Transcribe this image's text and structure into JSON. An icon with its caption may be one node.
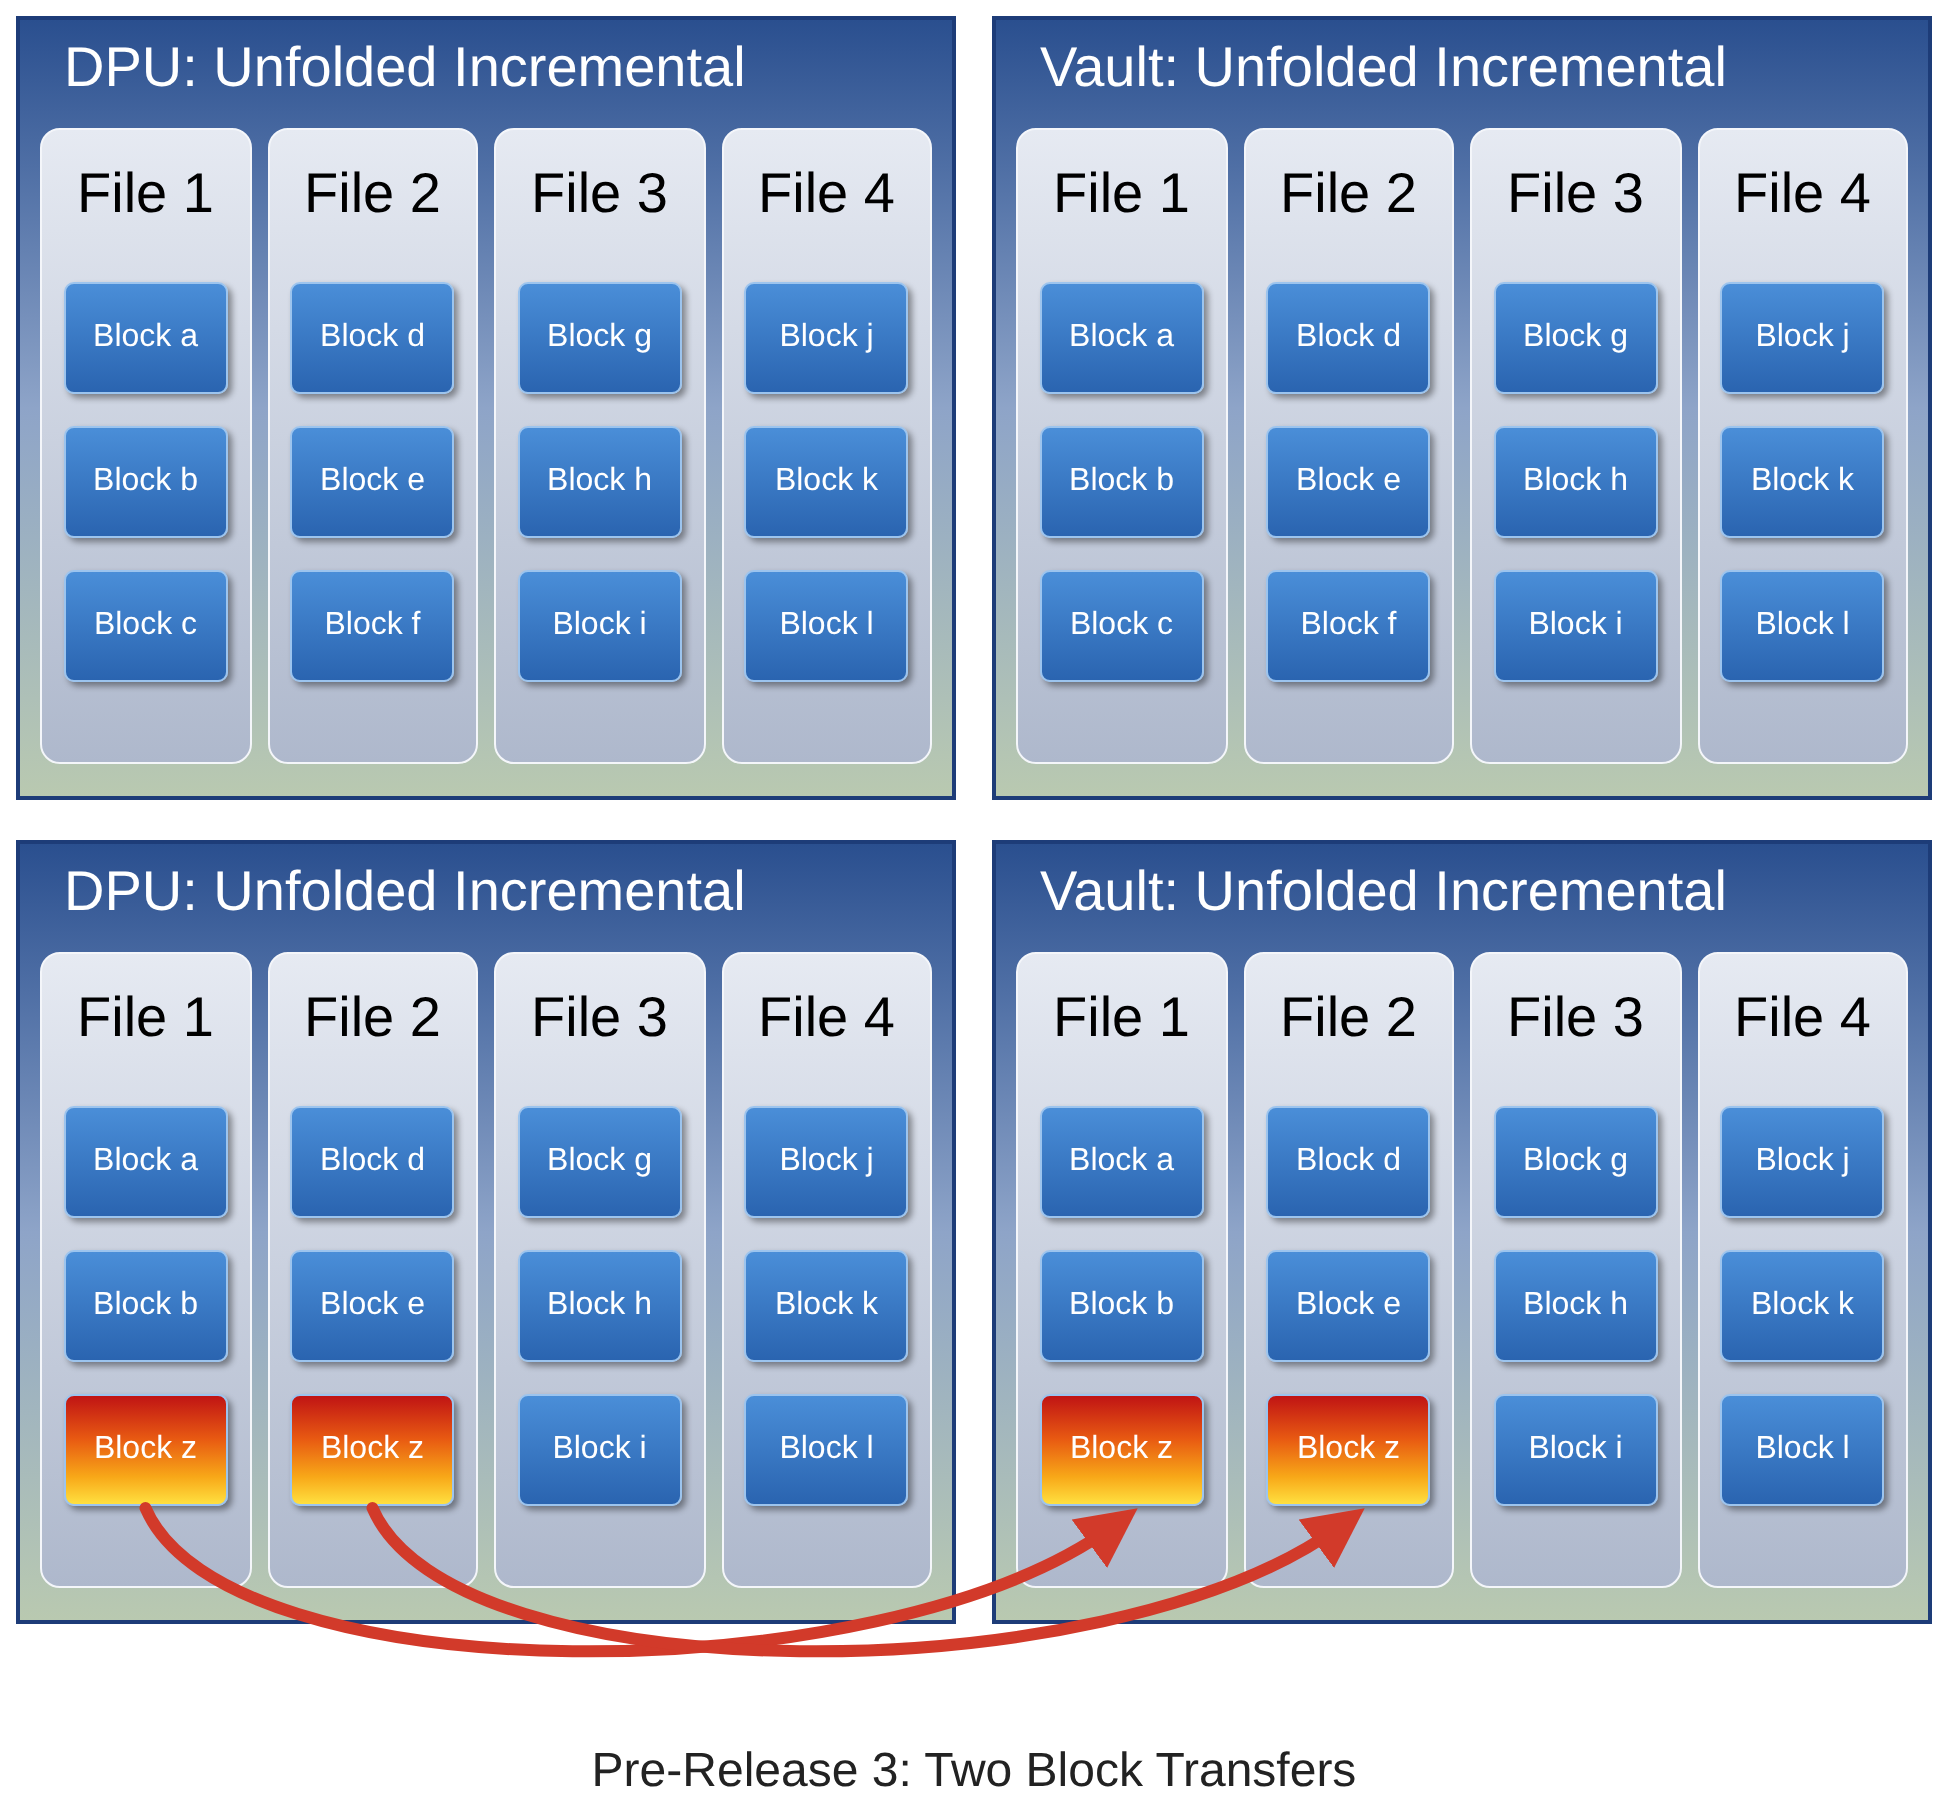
{
  "diagram": {
    "caption": "Pre-Release 3: Two Block Transfers",
    "nodes": [
      {
        "text": [
          "DPU: Unfolded Incremental"
        ]
      },
      {
        "text": [
          "File 1"
        ],
        "in": 0
      },
      {
        "text": [
          "Block a"
        ],
        "in": 1
      },
      {
        "text": [
          "Block b"
        ],
        "in": 1
      },
      {
        "text": [
          "Block c"
        ],
        "in": 1
      },
      {
        "text": [
          "File 2"
        ],
        "in": 0
      },
      {
        "text": [
          "Block d"
        ],
        "in": 5
      },
      {
        "text": [
          "Block e"
        ],
        "in": 5
      },
      {
        "text": [
          "Block f"
        ],
        "in": 5
      },
      {
        "text": [
          "File 3"
        ],
        "in": 0
      },
      {
        "text": [
          "Block g"
        ],
        "in": 9
      },
      {
        "text": [
          "Block h"
        ],
        "in": 9
      },
      {
        "text": [
          "Block i"
        ],
        "in": 9
      },
      {
        "text": [
          "File 4"
        ],
        "in": 0
      },
      {
        "text": [
          "Block j"
        ],
        "in": 13
      },
      {
        "text": [
          "Block k"
        ],
        "in": 13
      },
      {
        "text": [
          "Block l"
        ],
        "in": 13
      },
      {
        "text": [
          "Vault: Unfolded Incremental"
        ]
      },
      {
        "text": [
          "File 1"
        ],
        "in": 17
      },
      {
        "text": [
          "Block a"
        ],
        "in": 18
      },
      {
        "text": [
          "Block b"
        ],
        "in": 18
      },
      {
        "text": [
          "Block c"
        ],
        "in": 18
      },
      {
        "text": [
          "File 2"
        ],
        "in": 17
      },
      {
        "text": [
          "Block d"
        ],
        "in": 22
      },
      {
        "text": [
          "Block e"
        ],
        "in": 22
      },
      {
        "text": [
          "Block f"
        ],
        "in": 22
      },
      {
        "text": [
          "File 3"
        ],
        "in": 17
      },
      {
        "text": [
          "Block g"
        ],
        "in": 26
      },
      {
        "text": [
          "Block h"
        ],
        "in": 26
      },
      {
        "text": [
          "Block i"
        ],
        "in": 26
      },
      {
        "text": [
          "File 4"
        ],
        "in": 17
      },
      {
        "text": [
          "Block j"
        ],
        "in": 30
      },
      {
        "text": [
          "Block k"
        ],
        "in": 30
      },
      {
        "text": [
          "Block l"
        ],
        "in": 30
      },
      {
        "text": [
          "DPU: Unfolded Incremental"
        ]
      },
      {
        "text": [
          "File 1"
        ],
        "in": 34
      },
      {
        "text": [
          "Block a"
        ],
        "in": 35
      },
      {
        "text": [
          "Block b"
        ],
        "in": 35
      },
      {
        "text": [
          "Block z"
        ],
        "in": 35
      },
      {
        "text": [
          "File 2"
        ],
        "in": 34
      },
      {
        "text": [
          "Block d"
        ],
        "in": 39
      },
      {
        "text": [
          "Block e"
        ],
        "in": 39
      },
      {
        "text": [
          "Block z"
        ],
        "in": 39
      },
      {
        "text": [
          "File 3"
        ],
        "in": 34
      },
      {
        "text": [
          "Block g"
        ],
        "in": 43
      },
      {
        "text": [
          "Block h"
        ],
        "in": 43
      },
      {
        "text": [
          "Block i"
        ],
        "in": 43
      },
      {
        "text": [
          "File 4"
        ],
        "in": 34
      },
      {
        "text": [
          "Block j"
        ],
        "in": 47
      },
      {
        "text": [
          "Block k"
        ],
        "in": 47
      },
      {
        "text": [
          "Block l"
        ],
        "in": 47
      },
      {
        "text": [
          "Vault: Unfolded Incremental"
        ]
      },
      {
        "text": [
          "File 1"
        ],
        "in": 51
      },
      {
        "text": [
          "Block a"
        ],
        "in": 52
      },
      {
        "text": [
          "Block b"
        ],
        "in": 52
      },
      {
        "text": [
          "Block z"
        ],
        "in": 52
      },
      {
        "text": [
          "File 2"
        ],
        "in": 51
      },
      {
        "text": [
          "Block d"
        ],
        "in": 56
      },
      {
        "text": [
          "Block e"
        ],
        "in": 56
      },
      {
        "text": [
          "Block z"
        ],
        "in": 56
      },
      {
        "text": [
          "File 3"
        ],
        "in": 51
      },
      {
        "text": [
          "Block g"
        ],
        "in": 60
      },
      {
        "text": [
          "Block h"
        ],
        "in": 60
      },
      {
        "text": [
          "Block i"
        ],
        "in": 60
      },
      {
        "text": [
          "File 4"
        ],
        "in": 51
      },
      {
        "text": [
          "Block j"
        ],
        "in": 64
      },
      {
        "text": [
          "Block k"
        ],
        "in": 64
      },
      {
        "text": [
          "Block l"
        ],
        "in": 64
      }
    ],
    "edges": [
      {
        "from": 38,
        "to": 55,
        "arrow": "to"
      },
      {
        "from": 42,
        "to": 59,
        "arrow": "to"
      }
    ]
  }
}
